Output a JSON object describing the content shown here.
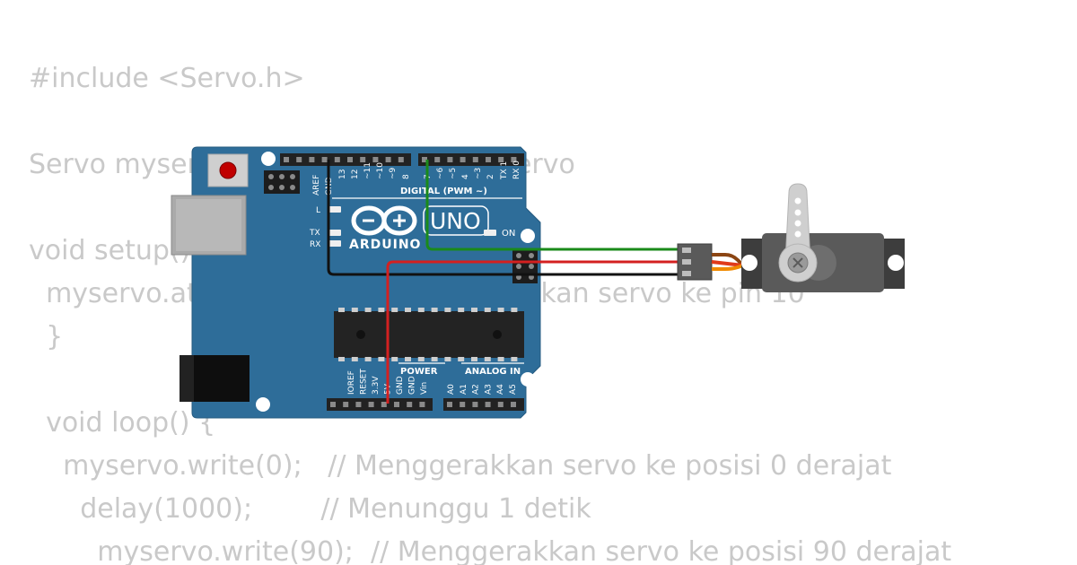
{
  "code": {
    "lines": [
      "#include <Servo.h>",
      "Servo myservo;  // Membuat objek servo",
      "void setup() {",
      "  myservo.attach(10);  // Menghubungkan servo ke pin 10",
      "  }",
      "  void loop() {",
      "    myservo.write(0);   // Menggerakkan servo ke posisi 0 derajat",
      "      delay(1000);        // Menunggu 1 detik",
      "        myservo.write(90);  // Menggerakkan servo ke posisi 90 derajat"
    ]
  },
  "board": {
    "brand": "ARDUINO",
    "model": "UNO",
    "digital_label": "DIGITAL (PWM ~)",
    "power_label": "POWER",
    "analog_label": "ANALOG IN",
    "led_l": "L",
    "led_tx": "TX",
    "led_rx": "RX",
    "led_on": "ON",
    "digital_pins": [
      "AREF",
      "GND",
      "13",
      "12",
      "~11",
      "~10",
      "~9",
      "8",
      "7",
      "~6",
      "~5",
      "4",
      "~3",
      "2",
      "TX 1",
      "RX 0"
    ],
    "power_pins": [
      "IOREF",
      "RESET",
      "3.3V",
      "5V",
      "GND",
      "GND",
      "Vin"
    ],
    "analog_pins": [
      "A0",
      "A1",
      "A2",
      "A3",
      "A4",
      "A5"
    ]
  },
  "colors": {
    "board": "#2e6d99",
    "wire_signal": "#1a8a1a",
    "wire_power": "#d42020",
    "wire_ground": "#111111",
    "servo_body": "#5a5a5a",
    "code_text": "#c9c9c9"
  }
}
